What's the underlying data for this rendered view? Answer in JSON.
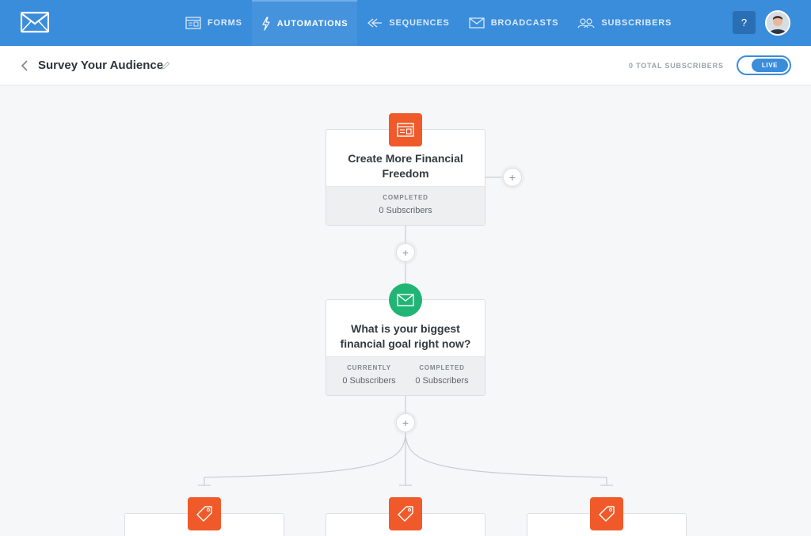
{
  "nav": {
    "items": [
      {
        "label": "FORMS",
        "icon": "form-icon"
      },
      {
        "label": "AUTOMATIONS",
        "icon": "bolt-icon",
        "active": true
      },
      {
        "label": "SEQUENCES",
        "icon": "sequences-icon"
      },
      {
        "label": "BROADCASTS",
        "icon": "envelope-icon"
      },
      {
        "label": "SUBSCRIBERS",
        "icon": "people-icon"
      }
    ],
    "help_label": "?"
  },
  "header": {
    "title": "Survey Your Audience",
    "total_subscribers": "0 TOTAL SUBSCRIBERS",
    "status_toggle": "LIVE"
  },
  "flow": {
    "trigger": {
      "title": "Create More Financial Freedom",
      "stat_label": "COMPLETED",
      "stat_value": "0 Subscribers",
      "icon": "form-icon"
    },
    "email": {
      "title": "What is your biggest financial goal right now?",
      "stats": [
        {
          "label": "CURRENTLY",
          "value": "0 Subscribers"
        },
        {
          "label": "COMPLETED",
          "value": "0 Subscribers"
        }
      ],
      "icon": "envelope-icon"
    },
    "branches": [
      {
        "icon": "tag-icon"
      },
      {
        "icon": "tag-icon"
      },
      {
        "icon": "tag-icon"
      }
    ],
    "add_label": "+"
  },
  "colors": {
    "topbar": "#3a8ddb",
    "accent_orange": "#f05a2a",
    "accent_green": "#20b574",
    "canvas_bg": "#f6f7f9"
  }
}
